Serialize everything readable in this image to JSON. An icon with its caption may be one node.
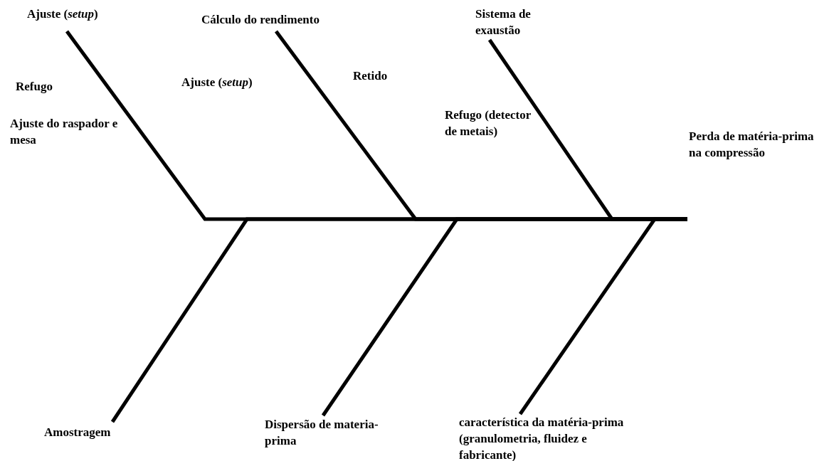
{
  "diagram": {
    "nodes": [
      {
        "text": [
          "Ajuste (*setup*)"
        ]
      },
      {
        "text": [
          "Cálculo do rendimento"
        ]
      },
      {
        "text": [
          "Sistema de exaustão"
        ]
      },
      {
        "text": [
          "Perda de matéria-prima na compressão"
        ]
      },
      {
        "text": [
          "Amostragem"
        ]
      },
      {
        "text": [
          "Dispersão de materia-prima"
        ]
      },
      {
        "text": [
          "característica da matéria-prima (granulometria, fluidez e fabricante)"
        ]
      }
    ],
    "edges": [
      {
        "from": 0,
        "to": 3,
        "arrow": "none"
      },
      {
        "from": 1,
        "to": 3,
        "arrow": "none"
      },
      {
        "from": 2,
        "to": 3,
        "arrow": "none"
      },
      {
        "from": 4,
        "to": 3,
        "arrow": "none"
      },
      {
        "from": 5,
        "to": 3,
        "arrow": "none"
      },
      {
        "from": 6,
        "to": 3,
        "arrow": "none"
      }
    ],
    "labels": [
      "Refugo",
      "Ajuste do raspador e mesa",
      "Ajuste (*setup*)",
      "Retido",
      "Refugo (detector de metais)"
    ]
  }
}
